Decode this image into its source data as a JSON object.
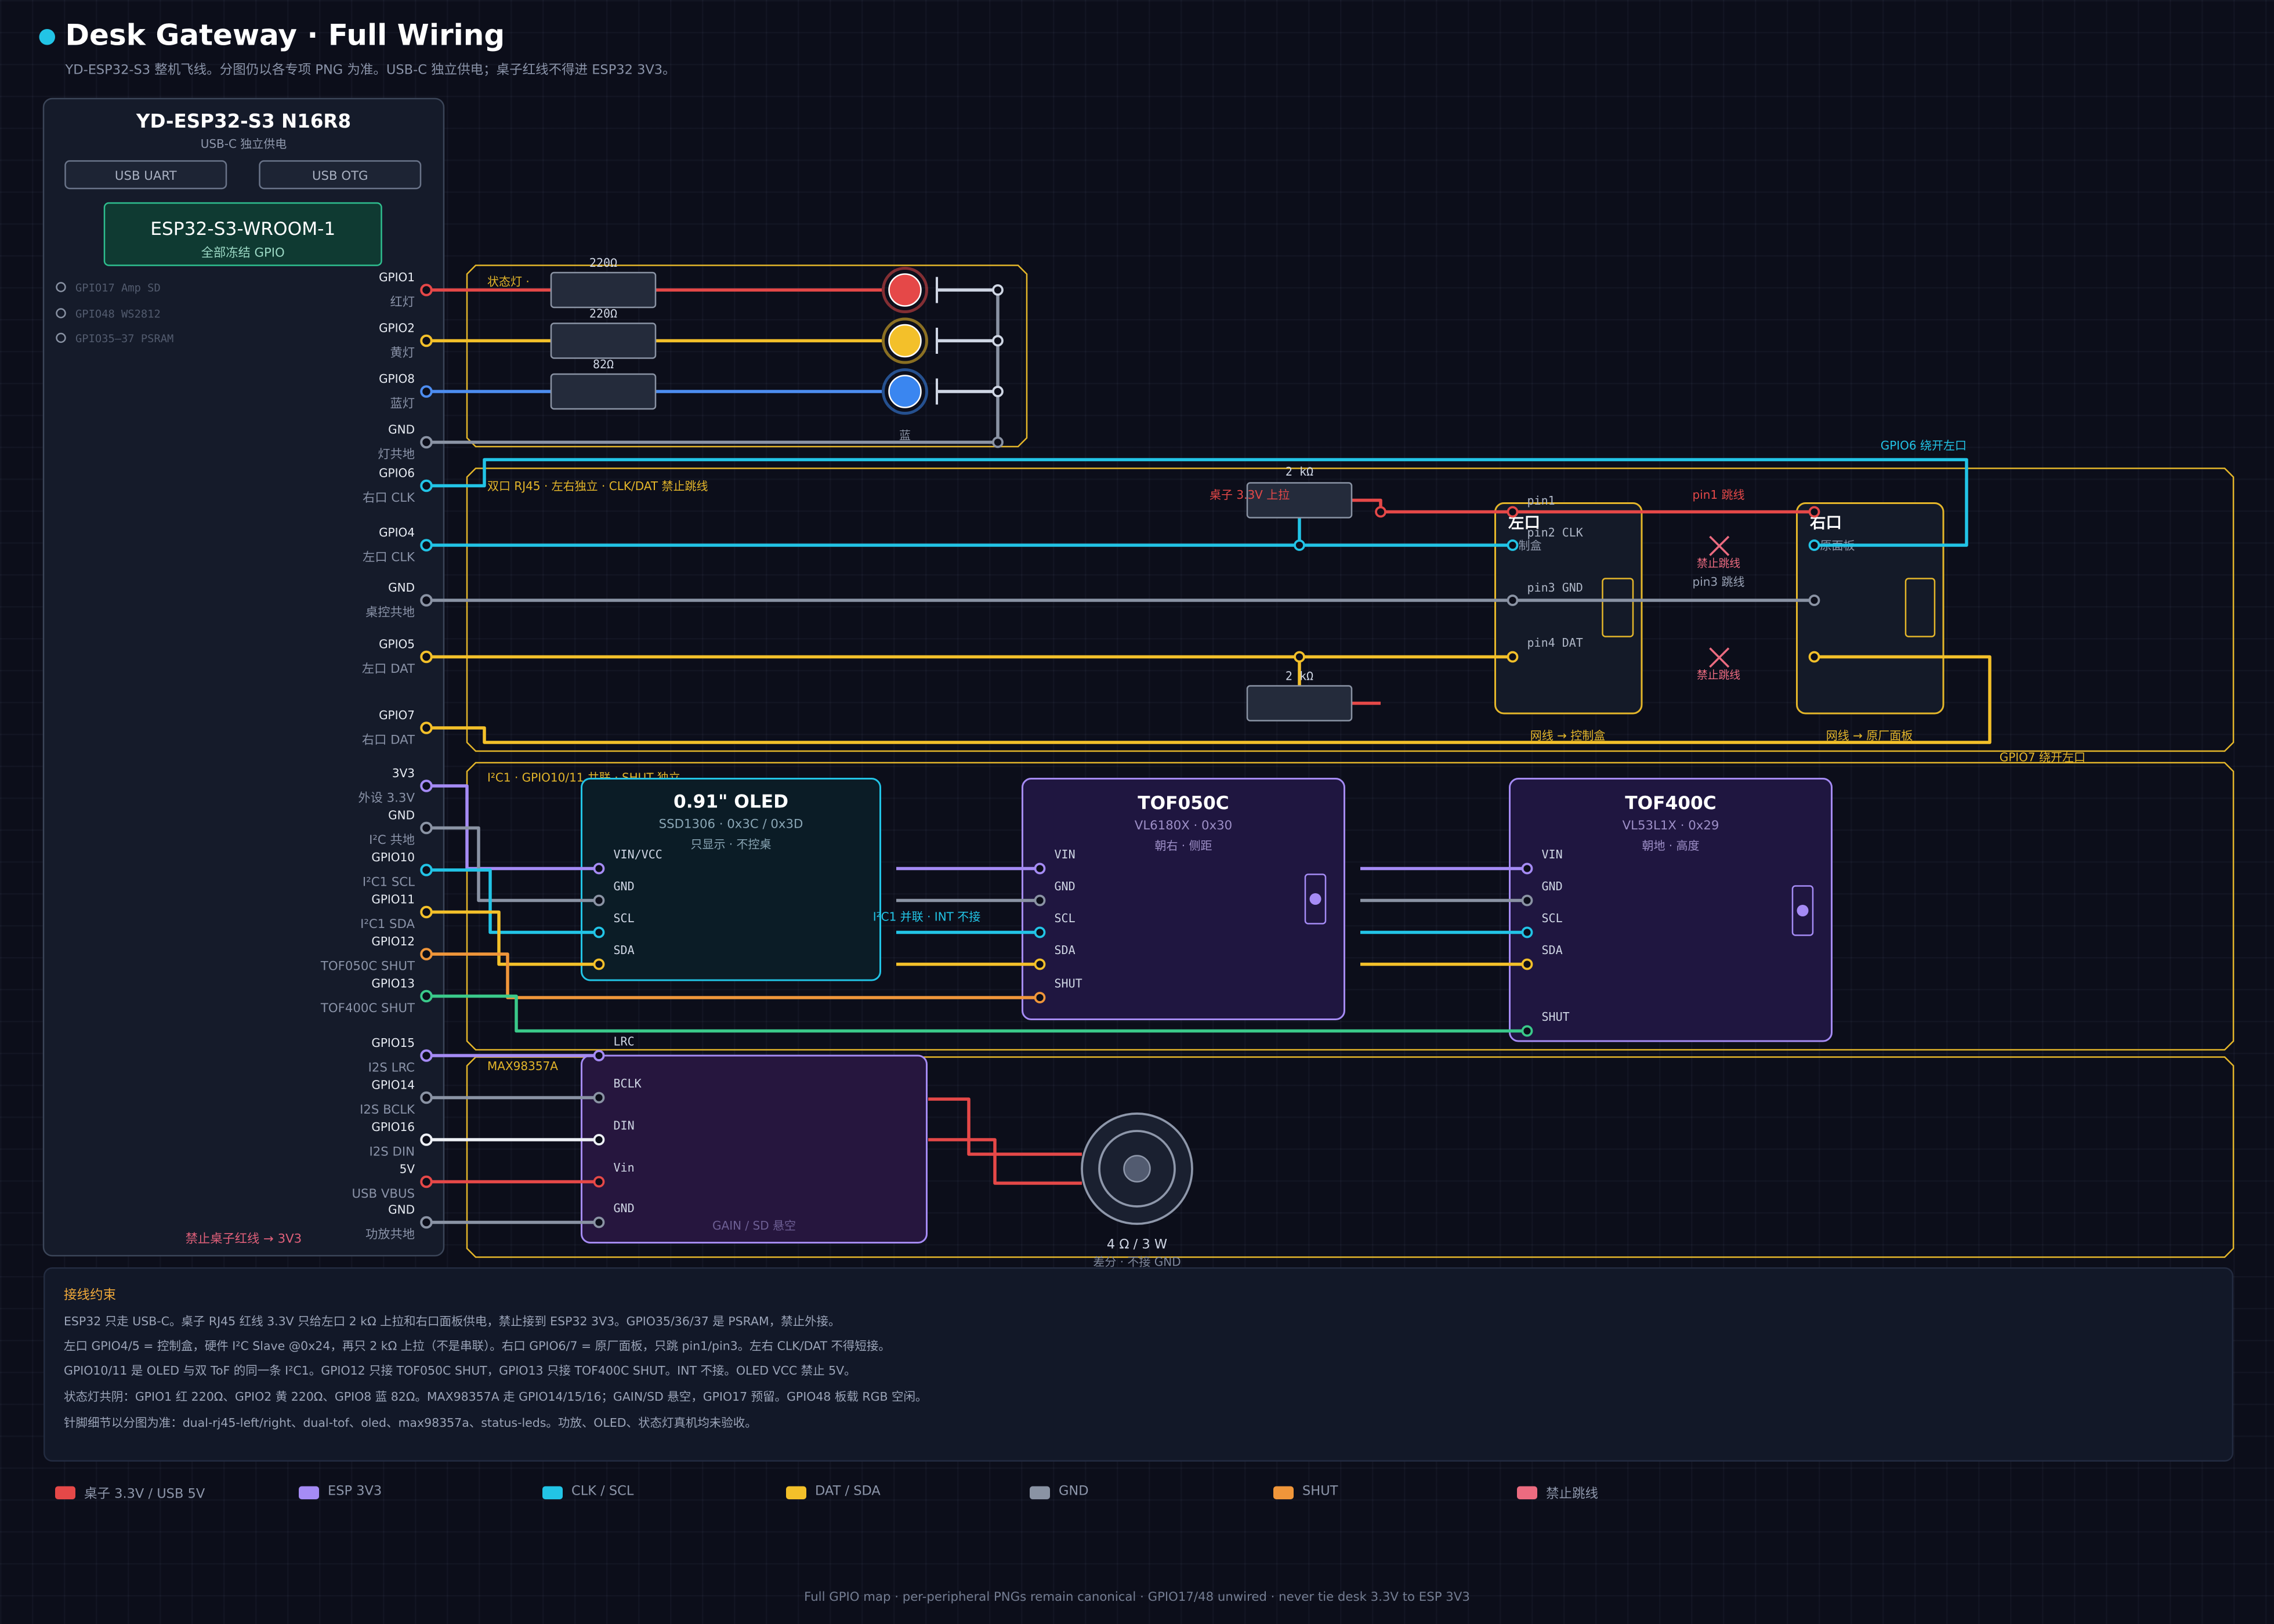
{
  "header": {
    "title": "Desk Gateway · Full Wiring",
    "subtitle": "YD-ESP32-S3 整机飞线。分图仍以各专项 PNG 为准。USB-C 独立供电；桌子红线不得进 ESP32 3V3。"
  },
  "board": {
    "name": "YD-ESP32-S3  N16R8",
    "power": "USB-C 独立供电",
    "usb_uart": "USB UART",
    "usb_otg": "USB OTG",
    "module_name": "ESP32-S3-WROOM-1",
    "module_sub": "全部冻结 GPIO",
    "reserved": [
      "GPIO17  Amp SD",
      "GPIO48    WS2812",
      "GPIO35–37  PSRAM"
    ],
    "warning": "禁止桌子红线 → 3V3"
  },
  "pins": [
    {
      "name": "GPIO1",
      "desc": "红灯"
    },
    {
      "name": "GPIO2",
      "desc": "黄灯"
    },
    {
      "name": "GPIO8",
      "desc": "蓝灯"
    },
    {
      "name": "GND",
      "desc": "灯共地"
    },
    {
      "name": "GPIO6",
      "desc": "右口 CLK"
    },
    {
      "name": "GPIO4",
      "desc": "左口 CLK"
    },
    {
      "name": "GND",
      "desc": "桌控共地"
    },
    {
      "name": "GPIO5",
      "desc": "左口 DAT"
    },
    {
      "name": "GPIO7",
      "desc": "右口 DAT"
    },
    {
      "name": "3V3",
      "desc": "外设 3.3V"
    },
    {
      "name": "GND",
      "desc": "I²C 共地"
    },
    {
      "name": "GPIO10",
      "desc": "I²C1 SCL"
    },
    {
      "name": "GPIO11",
      "desc": "I²C1 SDA"
    },
    {
      "name": "GPIO12",
      "desc": "TOF050C SHUT"
    },
    {
      "name": "GPIO13",
      "desc": "TOF400C SHUT"
    },
    {
      "name": "GPIO15",
      "desc": "I2S LRC"
    },
    {
      "name": "GPIO14",
      "desc": "I2S BCLK"
    },
    {
      "name": "GPIO16",
      "desc": "I2S DIN"
    },
    {
      "name": "5V",
      "desc": "USB VBUS"
    },
    {
      "name": "GND",
      "desc": "功放共地"
    }
  ],
  "leds": {
    "section": "状态灯  ·",
    "resistors": [
      "220Ω",
      "220Ω",
      "82Ω"
    ],
    "blue_label": "蓝"
  },
  "rj45": {
    "section": "双口 RJ45  ·  左右独立  ·  CLK/DAT 禁止跳线",
    "gpio6_label": "GPIO6 绕开左口",
    "gpio7_label": "GPIO7 绕开左口",
    "pullup_top": "2 kΩ",
    "pullup_bottom": "2 kΩ",
    "desk_note": "桌子 3.3V 上拉",
    "left_title": "左口",
    "left_sub": "制盒",
    "right_title": "右口",
    "right_sub": "原面板",
    "pin1": "pin1",
    "pin2": "pin2 CLK",
    "pin3": "pin3 GND",
    "pin4": "pin4 DAT",
    "pin1_jump": "pin1 跳线",
    "pin3_jump": "pin3 跳线",
    "forbid": "禁止跳线",
    "left_net": "网线 → 控制盒",
    "right_net": "网线 → 原厂面板"
  },
  "i2c": {
    "section": "I²C1  ·  GPIO10/11 共联  ·  SHUT 独立",
    "bus_note": "I²C1 并联 · INT 不接",
    "oled": {
      "title": "0.91\" OLED",
      "sub": "SSD1306  ·  0x3C / 0x3D",
      "note": "只显示 · 不控桌",
      "pins": [
        "VIN/VCC",
        "GND",
        "SCL",
        "SDA"
      ]
    },
    "tof050": {
      "title": "TOF050C",
      "sub": "VL6180X  ·  0x30",
      "note": "朝右 · 侧距",
      "pins": [
        "VIN",
        "GND",
        "SCL",
        "SDA",
        "SHUT"
      ]
    },
    "tof400": {
      "title": "TOF400C",
      "sub": "VL53L1X  ·  0x29",
      "note": "朝地 · 高度",
      "pins": [
        "VIN",
        "GND",
        "SCL",
        "SDA",
        "SHUT"
      ]
    }
  },
  "amp": {
    "section": "MAX98357A",
    "pins": [
      "LRC",
      "BCLK",
      "DIN",
      "Vin",
      "GND"
    ],
    "gain": "GAIN / SD 悬空",
    "speaker": "4 Ω / 3 W",
    "speaker_note": "差分 · 不接 GND"
  },
  "notes": {
    "heading": "接线约束",
    "lines": [
      "ESP32 只走 USB-C。桌子 RJ45 红线 3.3V 只给左口 2 kΩ 上拉和右口面板供电，禁止接到 ESP32 3V3。GPIO35/36/37 是 PSRAM，禁止外接。",
      "左口 GPIO4/5 = 控制盒，硬件 I²C Slave @0x24，再只 2 kΩ 上拉（不是串联）。右口 GPIO6/7 = 原厂面板，只跳 pin1/pin3。左右 CLK/DAT 不得短接。",
      "GPIO10/11 是 OLED 与双 ToF 的同一条 I²C1。GPIO12 只接 TOF050C SHUT，GPIO13 只接 TOF400C SHUT。INT 不接。OLED VCC 禁止 5V。",
      "状态灯共阴：GPIO1 红 220Ω、GPIO2 黄 220Ω、GPIO8 蓝 82Ω。MAX98357A 走 GPIO14/15/16；GAIN/SD 悬空，GPIO17 预留。GPIO48 板载 RGB 空闲。",
      "针脚细节以分图为准：dual-rj45-left/right、dual-tof、oled、max98357a、status-leds。功放、OLED、状态灯真机均未验收。"
    ]
  },
  "legend": [
    {
      "label": "桌子 3.3V / USB 5V",
      "color": "#e54848"
    },
    {
      "label": "ESP 3V3",
      "color": "#a58bf5"
    },
    {
      "label": "CLK / SCL",
      "color": "#22c4e6"
    },
    {
      "label": "DAT / SDA",
      "color": "#f3c02a"
    },
    {
      "label": "GND",
      "color": "#8a93a4"
    },
    {
      "label": "SHUT",
      "color": "#f0963a"
    },
    {
      "label": "禁止跳线",
      "color": "#ec6b80"
    }
  ],
  "footer": "Full GPIO map  ·  per-peripheral PNGs remain canonical  ·  GPIO17/48 unwired  ·  never tie desk 3.3V to ESP 3V3",
  "colors": {
    "red": "#e54848",
    "purple": "#a58bf5",
    "cyan": "#22c4e6",
    "yellow": "#f3c02a",
    "gray": "#8a93a4",
    "orange": "#f0963a",
    "pink": "#ec6b80",
    "green": "#3ac98a",
    "white": "#eef1f6",
    "section": "#e4b62a"
  }
}
